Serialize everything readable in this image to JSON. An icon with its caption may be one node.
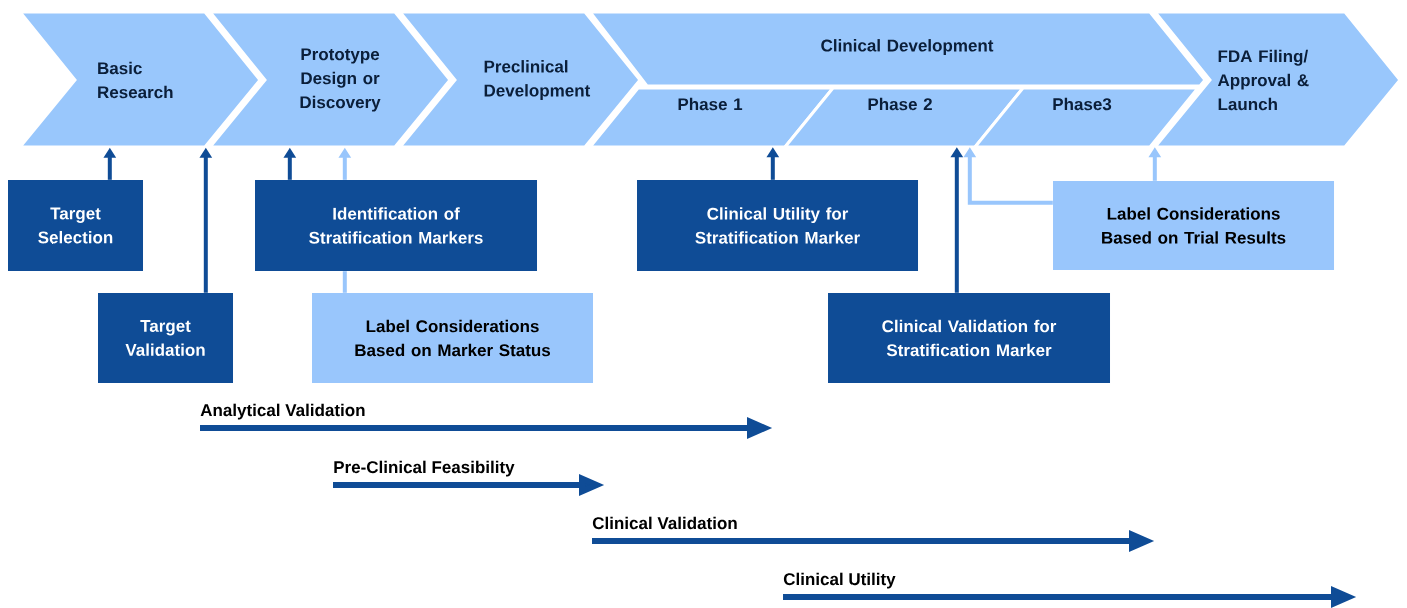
{
  "diagram": {
    "nodes": [
      {
        "text": [
          "Basic Research"
        ]
      },
      {
        "text": [
          "Prototype Design or Discovery"
        ]
      },
      {
        "text": [
          "Preclinical Development"
        ]
      },
      {
        "text": [
          "Clinical Development"
        ]
      },
      {
        "text": [
          "Phase 1"
        ]
      },
      {
        "text": [
          "Phase 2"
        ]
      },
      {
        "text": [
          "Phase3"
        ]
      },
      {
        "text": [
          "FDA Filing/ Approval & Launch"
        ]
      },
      {
        "text": [
          "Target Selection"
        ]
      },
      {
        "text": [
          "Target Validation"
        ]
      },
      {
        "text": [
          "Identification of Stratification Markers"
        ]
      },
      {
        "text": [
          "Label Considerations Based on Marker Status"
        ]
      },
      {
        "text": [
          "Clinical Utility for Stratification Marker"
        ]
      },
      {
        "text": [
          "Clinical Validation for Stratification Marker"
        ]
      },
      {
        "text": [
          "Label Considerations Based on Trial Results"
        ]
      }
    ],
    "edges": [
      {
        "from": 8,
        "to": 0,
        "arrow": "to"
      },
      {
        "from": 9,
        "to": 0,
        "arrow": "to"
      },
      {
        "from": 10,
        "to": 1,
        "arrow": "to"
      },
      {
        "from": 11,
        "to": 10,
        "arrow": "none",
        "color": "#99c6fc"
      },
      {
        "from": 12,
        "to": 4,
        "arrow": "to"
      },
      {
        "from": 13,
        "to": 5,
        "arrow": "to"
      },
      {
        "from": 14,
        "to": 6,
        "arrow": "to",
        "color": "#99c6fc"
      },
      {
        "from": 14,
        "to": 6,
        "arrow": "to",
        "color": "#99c6fc"
      },
      {
        "from": 10,
        "to": 1,
        "arrow": "to",
        "color": "#99c6fc"
      }
    ],
    "labels": [
      "Analytical Validation",
      "Pre-Clinical Feasibility",
      "Clinical Validation",
      "Clinical Utility"
    ]
  }
}
